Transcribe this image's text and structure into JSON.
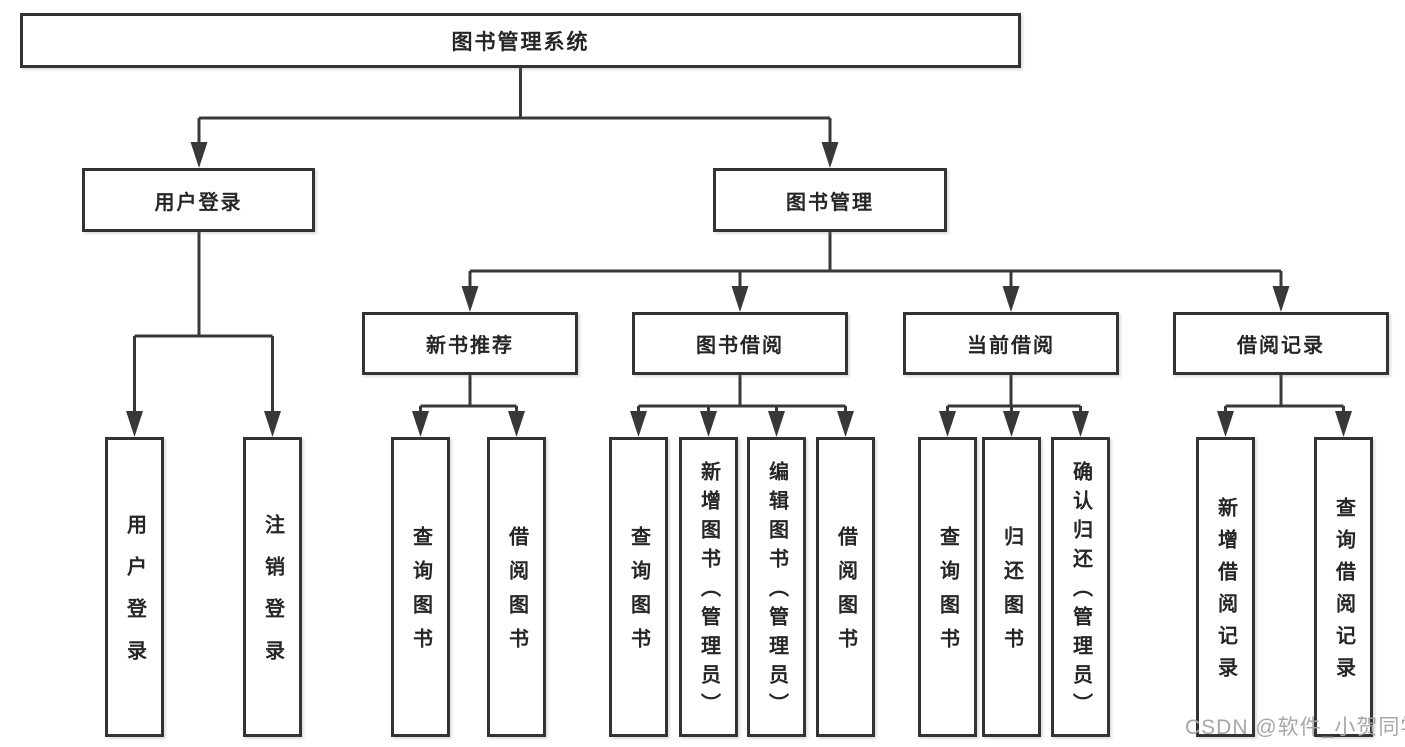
{
  "tree": {
    "label": "图书管理系统",
    "children": [
      {
        "label": "用户登录",
        "children": [
          {
            "label": "用户登录"
          },
          {
            "label": "注销登录"
          }
        ]
      },
      {
        "label": "图书管理",
        "children": [
          {
            "label": "新书推荐",
            "children": [
              {
                "label": "查询图书"
              },
              {
                "label": "借阅图书"
              }
            ]
          },
          {
            "label": "图书借阅",
            "children": [
              {
                "label": "查询图书"
              },
              {
                "label": "新增图书（管理员）"
              },
              {
                "label": "编辑图书（管理员）"
              },
              {
                "label": "借阅图书"
              }
            ]
          },
          {
            "label": "当前借阅",
            "children": [
              {
                "label": "查询图书"
              },
              {
                "label": "归还图书"
              },
              {
                "label": "确认归还（管理员）"
              }
            ]
          },
          {
            "label": "借阅记录",
            "children": [
              {
                "label": "新增借阅记录"
              },
              {
                "label": "查询借阅记录"
              }
            ]
          }
        ]
      }
    ]
  },
  "watermark": {
    "text": "CSDN @软件_小贺同学"
  },
  "colors": {
    "line": "#383838",
    "box_border": "#333333",
    "text": "#262626",
    "watermark": "#a7a7a7",
    "background": "#ffffff"
  }
}
